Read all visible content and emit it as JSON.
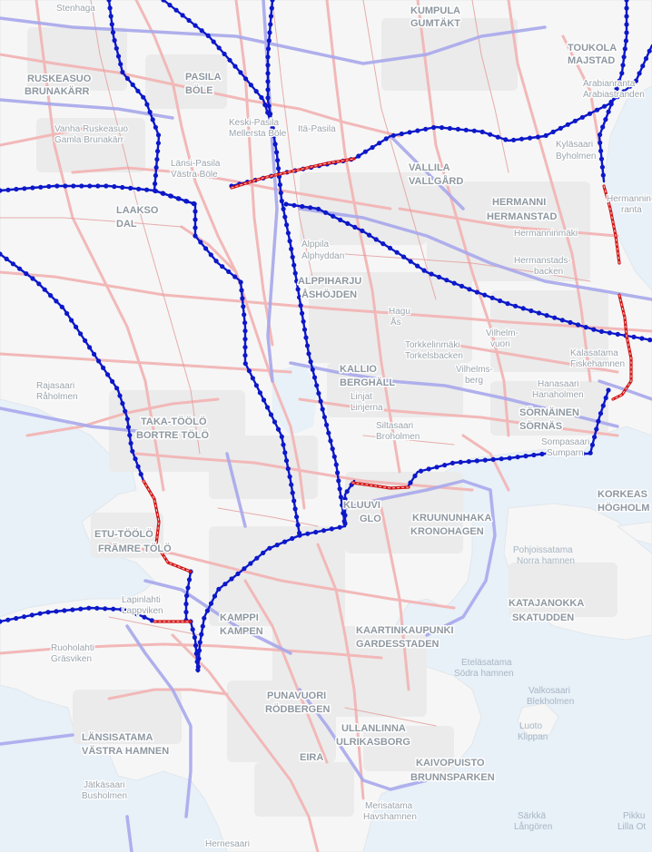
{
  "map": {
    "colors": {
      "water": "#e8f0f8",
      "land": "#f6f6f6",
      "block": "#ebebeb",
      "road": "#f2b8b8",
      "road_outline": "#e49a9a",
      "route_base": "#a8a8ec",
      "network": "#0c18c8",
      "segment": "#d21414"
    },
    "labels": [
      {
        "text": "Stenhaga",
        "style": "s"
      },
      {
        "text": "KUMPULA",
        "style": "b"
      },
      {
        "text": "GUMTÄKT",
        "style": "b"
      },
      {
        "text": "TOUKOLA",
        "style": "b"
      },
      {
        "text": "MAJSTAD",
        "style": "b"
      },
      {
        "text": "Arabianranta",
        "style": "s"
      },
      {
        "text": "Arabiastranden",
        "style": "s"
      },
      {
        "text": "RUSKEASUO",
        "style": "b"
      },
      {
        "text": "BRUNAKÄRR",
        "style": "b"
      },
      {
        "text": "PASILA",
        "style": "b"
      },
      {
        "text": "BÖLE",
        "style": "b"
      },
      {
        "text": "Vanha Ruskeasuo",
        "style": "s"
      },
      {
        "text": "Gamla Brunakärr",
        "style": "s"
      },
      {
        "text": "Keski-Pasila",
        "style": "s"
      },
      {
        "text": "Mellersta Böle",
        "style": "s"
      },
      {
        "text": "Itä-Pasila",
        "style": "s"
      },
      {
        "text": "Länsi-Pasila",
        "style": "s"
      },
      {
        "text": "Västra Böle",
        "style": "s"
      },
      {
        "text": "VALLILA",
        "style": "b"
      },
      {
        "text": "VALLGÅRD",
        "style": "b"
      },
      {
        "text": "Kyläsaari",
        "style": "s"
      },
      {
        "text": "Byholmen",
        "style": "s"
      },
      {
        "text": "LAAKSO",
        "style": "b"
      },
      {
        "text": "DAL",
        "style": "b"
      },
      {
        "text": "HERMANNI",
        "style": "b"
      },
      {
        "text": "HERMANSTAD",
        "style": "b"
      },
      {
        "text": "Hermannin-",
        "style": "s"
      },
      {
        "text": "ranta",
        "style": "s"
      },
      {
        "text": "Hermanninmäki",
        "style": "s"
      },
      {
        "text": "Hermanstads-",
        "style": "s"
      },
      {
        "text": "backen",
        "style": "s"
      },
      {
        "text": "Alppila",
        "style": "s"
      },
      {
        "text": "Alphyddan",
        "style": "s"
      },
      {
        "text": "ALPPIHARJU",
        "style": "b"
      },
      {
        "text": "ÅSHÖJDEN",
        "style": "b"
      },
      {
        "text": "Hagu",
        "style": "s"
      },
      {
        "text": "Ås",
        "style": "s"
      },
      {
        "text": "Vilhelm-",
        "style": "s"
      },
      {
        "text": "vuori",
        "style": "s"
      },
      {
        "text": "Torkkelinmäki",
        "style": "s"
      },
      {
        "text": "Torkelsbacken",
        "style": "s"
      },
      {
        "text": "Vilhelms-",
        "style": "s"
      },
      {
        "text": "berg",
        "style": "s"
      },
      {
        "text": "Kalasatama",
        "style": "s"
      },
      {
        "text": "Fiskehamnen",
        "style": "s"
      },
      {
        "text": "KALLIO",
        "style": "b"
      },
      {
        "text": "BERGHÄLL",
        "style": "b"
      },
      {
        "text": "Linjat",
        "style": "s"
      },
      {
        "text": "Linjerna",
        "style": "s"
      },
      {
        "text": "Hanasaari",
        "style": "s"
      },
      {
        "text": "Hanaholmen",
        "style": "s"
      },
      {
        "text": "Rajasaari",
        "style": "s"
      },
      {
        "text": "Råholmen",
        "style": "s"
      },
      {
        "text": "TAKA-TÖÖLÖ",
        "style": "b"
      },
      {
        "text": "BORTRE TÖLÖ",
        "style": "b"
      },
      {
        "text": "SÖRNÄINEN",
        "style": "b"
      },
      {
        "text": "SÖRNÄS",
        "style": "b"
      },
      {
        "text": "Sompasaari",
        "style": "s"
      },
      {
        "text": "Sumparn",
        "style": "s"
      },
      {
        "text": "Siltasaari",
        "style": "s"
      },
      {
        "text": "Broholmen",
        "style": "s"
      },
      {
        "text": "KORKEAS",
        "style": "b"
      },
      {
        "text": "HÖGHOLM",
        "style": "b"
      },
      {
        "text": "KLUUVI",
        "style": "b"
      },
      {
        "text": "GLO",
        "style": "b"
      },
      {
        "text": "KRUUNUNHAKA",
        "style": "b"
      },
      {
        "text": "KRONOHAGEN",
        "style": "b"
      },
      {
        "text": "ETU-TÖÖLÖ",
        "style": "b"
      },
      {
        "text": "FRÄMRE TÖLÖ",
        "style": "b"
      },
      {
        "text": "Pohjoissatama",
        "style": "w"
      },
      {
        "text": "Norra hamnen",
        "style": "w"
      },
      {
        "text": "Lapinlahti",
        "style": "s"
      },
      {
        "text": "Lappviken",
        "style": "s"
      },
      {
        "text": "KAMPPI",
        "style": "b"
      },
      {
        "text": "KAMPEN",
        "style": "b"
      },
      {
        "text": "KATAJANOKKA",
        "style": "b"
      },
      {
        "text": "SKATUDDEN",
        "style": "b"
      },
      {
        "text": "Ruoholahti",
        "style": "s"
      },
      {
        "text": "Gräsviken",
        "style": "s"
      },
      {
        "text": "KAARTINKAUPUNKI",
        "style": "b"
      },
      {
        "text": "GARDESSTADEN",
        "style": "b"
      },
      {
        "text": "Eteläsatama",
        "style": "w"
      },
      {
        "text": "Södra hamnen",
        "style": "w"
      },
      {
        "text": "Valkosaari",
        "style": "w"
      },
      {
        "text": "Blekholmen",
        "style": "w"
      },
      {
        "text": "PUNAVUORI",
        "style": "b"
      },
      {
        "text": "RÖDBERGEN",
        "style": "b"
      },
      {
        "text": "ULLANLINNA",
        "style": "b"
      },
      {
        "text": "ULRIKASBORG",
        "style": "b"
      },
      {
        "text": "Luoto",
        "style": "w"
      },
      {
        "text": "Klippan",
        "style": "w"
      },
      {
        "text": "LÄNSISATAMA",
        "style": "b"
      },
      {
        "text": "VÄSTRA HAMNEN",
        "style": "b"
      },
      {
        "text": "EIRA",
        "style": "b"
      },
      {
        "text": "KAIVOPUISTO",
        "style": "b"
      },
      {
        "text": "BRUNNSPARKEN",
        "style": "b"
      },
      {
        "text": "Jätkäsaari",
        "style": "s"
      },
      {
        "text": "Busholmen",
        "style": "s"
      },
      {
        "text": "Merisatama",
        "style": "s"
      },
      {
        "text": "Havshamnen",
        "style": "s"
      },
      {
        "text": "Särkkä",
        "style": "w"
      },
      {
        "text": "Långören",
        "style": "w"
      },
      {
        "text": "Pikku",
        "style": "w"
      },
      {
        "text": "Lilla Ot",
        "style": "w"
      },
      {
        "text": "Hernesaari",
        "style": "s"
      }
    ]
  }
}
